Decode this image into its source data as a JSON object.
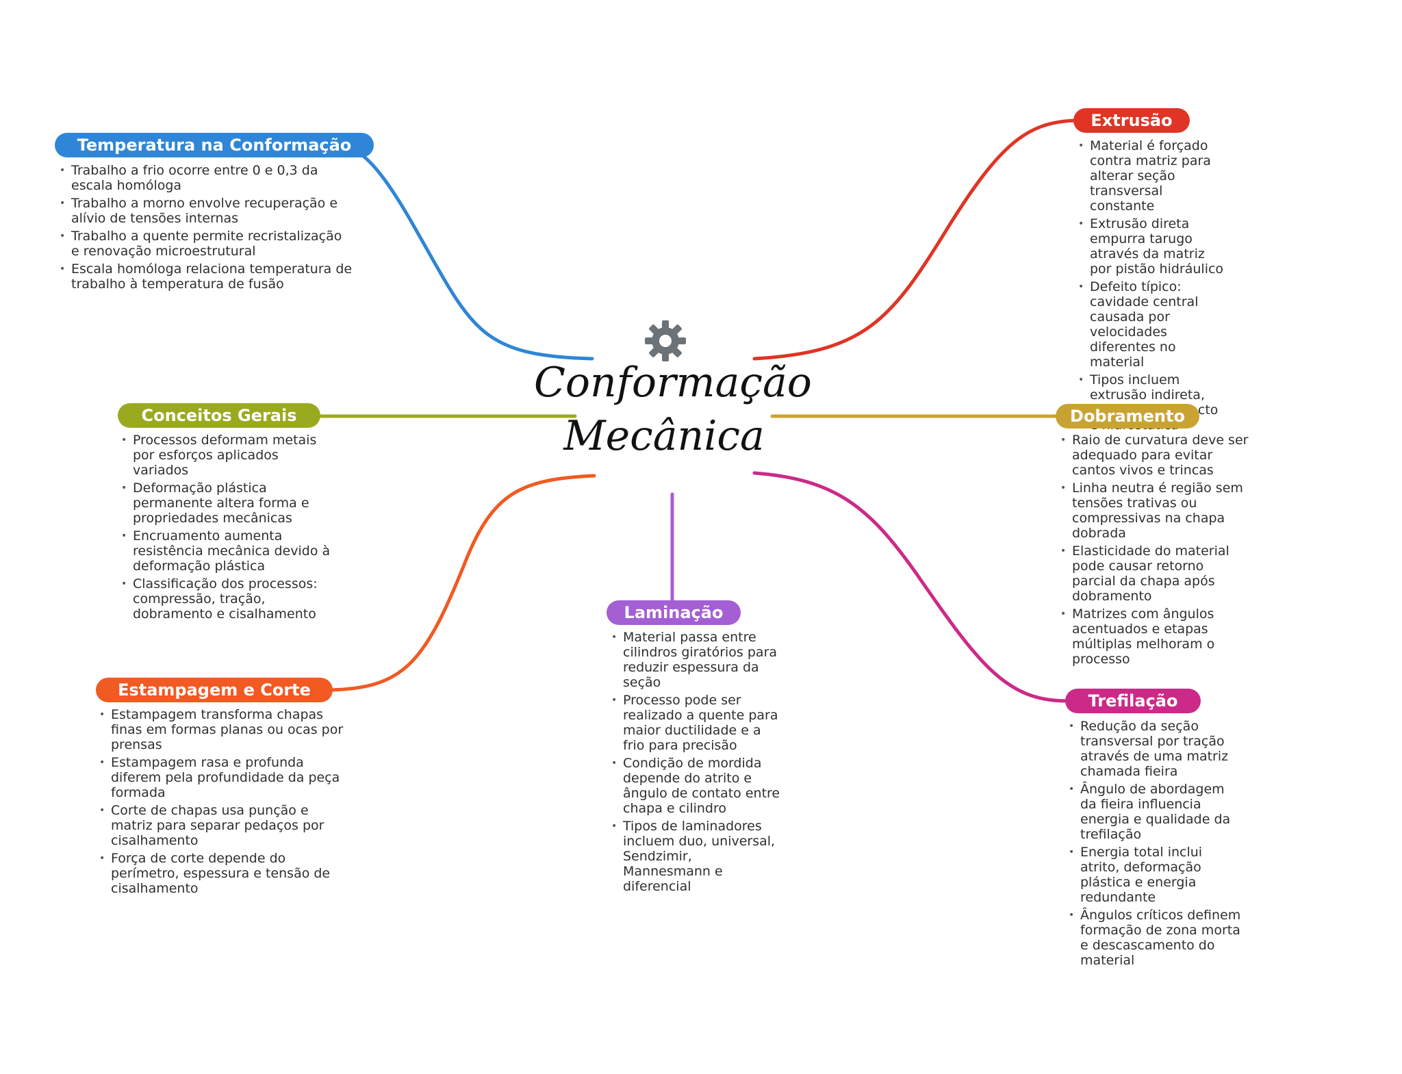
{
  "central": {
    "line1": "Conformação",
    "line2": "Mecânica",
    "icon": "gear-icon"
  },
  "colors": {
    "temperatura": "#2f86d6",
    "conceitos": "#9aaa1e",
    "estampagem": "#f15a22",
    "laminacao": "#a45fd4",
    "extrusao": "#e03424",
    "dobramento": "#c9a332",
    "trefilacao": "#cc2a88"
  },
  "branches": {
    "temperatura": {
      "title": "Temperatura na Conformação",
      "items": [
        "Trabalho a frio ocorre entre 0 e 0,3 da escala homóloga",
        "Trabalho a morno envolve recuperação e alívio de tensões internas",
        "Trabalho a quente permite recristalização e renovação microestrutural",
        "Escala homóloga relaciona temperatura de trabalho à temperatura de fusão"
      ]
    },
    "conceitos": {
      "title": "Conceitos Gerais",
      "items": [
        "Processos deformam metais por esforços aplicados variados",
        "Deformação plástica permanente altera forma e propriedades mecânicas",
        "Encruamento aumenta resistência mecânica devido à deformação plástica",
        "Classificação dos processos: compressão, tração, dobramento e cisalhamento"
      ]
    },
    "estampagem": {
      "title": "Estampagem e Corte",
      "items": [
        "Estampagem transforma chapas finas em formas planas ou ocas por prensas",
        "Estampagem rasa e profunda diferem pela profundidade da peça formada",
        "Corte de chapas usa punção e matriz para separar pedaços por cisalhamento",
        "Força de corte depende do perímetro, espessura e tensão de cisalhamento"
      ]
    },
    "laminacao": {
      "title": "Laminação",
      "items": [
        "Material passa entre cilindros giratórios para reduzir espessura da seção",
        "Processo pode ser realizado a quente para maior ductilidade e a frio para precisão",
        "Condição de mordida depende do atrito e ângulo de contato entre chapa e cilindro",
        "Tipos de laminadores incluem duo, universal, Sendzimir, Mannesmann e diferencial"
      ]
    },
    "extrusao": {
      "title": "Extrusão",
      "items": [
        "Material é forçado contra matriz para alterar seção transversal constante",
        "Extrusão direta empurra tarugo através da matriz por pistão hidráulico",
        "Defeito típico: cavidade central causada por velocidades diferentes no material",
        "Tipos incluem extrusão indireta, lateral, por impacto e hidrostática"
      ]
    },
    "dobramento": {
      "title": "Dobramento",
      "items": [
        "Raio de curvatura deve ser adequado para evitar cantos vivos e trincas",
        "Linha neutra é região sem tensões trativas ou compressivas na chapa dobrada",
        "Elasticidade do material pode causar retorno parcial da chapa após dobramento",
        "Matrizes com ângulos acentuados e etapas múltiplas melhoram o processo"
      ]
    },
    "trefilacao": {
      "title": "Trefilação",
      "items": [
        "Redução da seção transversal por tração através de uma matriz chamada fieira",
        "Ângulo de abordagem da fieira influencia energia e qualidade da trefilação",
        "Energia total inclui atrito, deformação plástica e energia redundante",
        "Ângulos críticos definem formação de zona morta e descascamento do material"
      ]
    }
  }
}
